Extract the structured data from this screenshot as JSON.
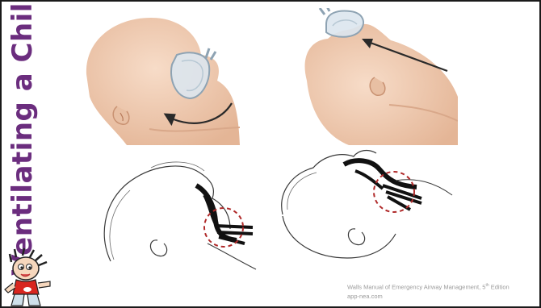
{
  "slide": {
    "title": "Ventilating a Child",
    "credit": {
      "citation_prefix": "Walls Manual of Emergency Airway Management, 5",
      "citation_sup": "th",
      "citation_suffix": " Edition",
      "website": "app-nea.com"
    }
  },
  "colors": {
    "title": "#6b2d7e",
    "skin": "#f1cdb4",
    "mask": "#d7e1e9",
    "airway_circle": "#b02a2a",
    "credit_text": "#9a9a9a"
  },
  "figures": [
    {
      "name": "neutral-position-mask-photo",
      "shows": "child head with mask, curved arrow"
    },
    {
      "name": "extended-position-mask-photo",
      "shows": "child head tilted back with mask, straight arrow"
    },
    {
      "name": "neutral-airway-sketch",
      "shows": "airway outline with dashed circle"
    },
    {
      "name": "extended-airway-sketch",
      "shows": "airway outline with dashed circle"
    }
  ]
}
